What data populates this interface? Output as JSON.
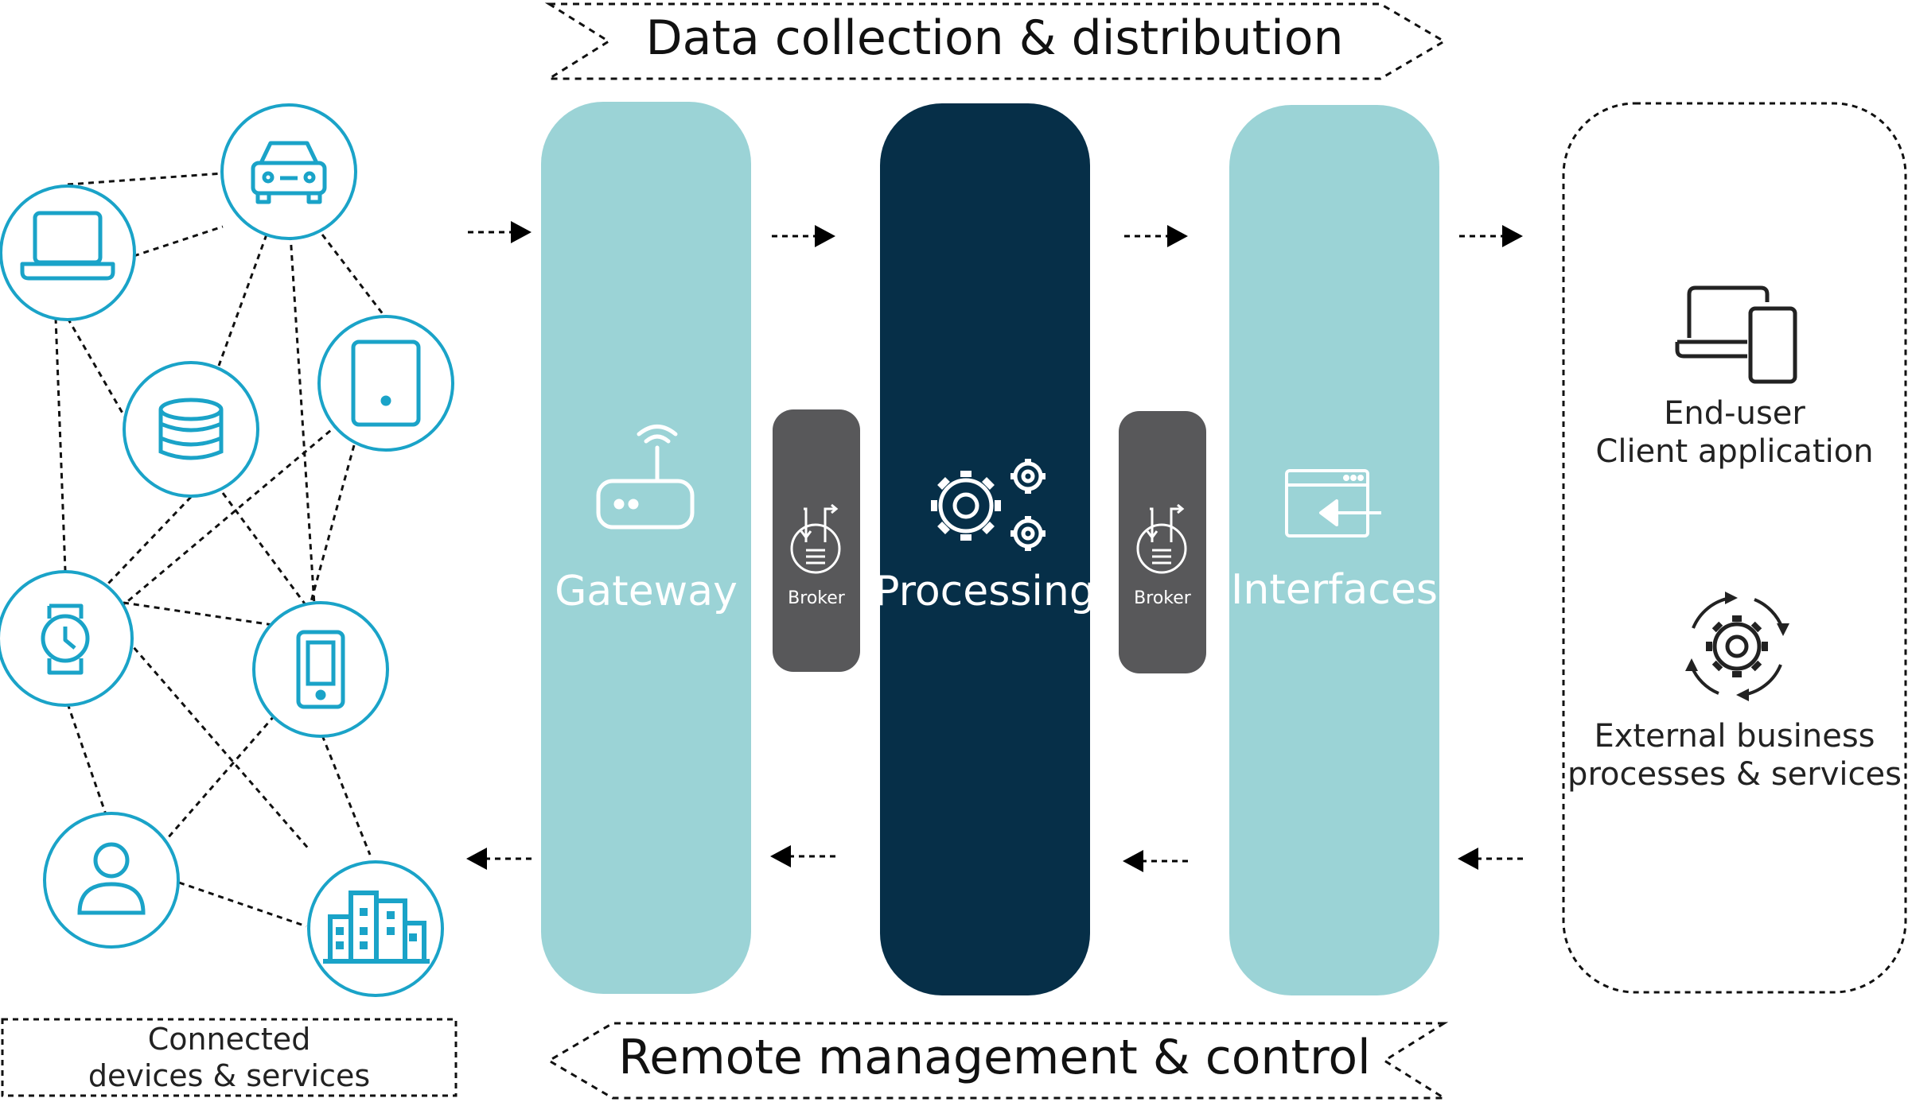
{
  "banners": {
    "top": "Data collection & distribution",
    "bottom": "Remote management & control"
  },
  "pillars": {
    "gateway": "Gateway",
    "processing": "Processing",
    "interfaces": "Interfaces"
  },
  "brokers": {
    "left": "Broker",
    "right": "Broker"
  },
  "devices": {
    "caption_line1": "Connected",
    "caption_line2": "devices & services",
    "icons": [
      "car-icon",
      "laptop-icon",
      "database-icon",
      "tablet-icon",
      "smartwatch-icon",
      "smartphone-icon",
      "user-icon",
      "buildings-icon"
    ]
  },
  "consumers": {
    "client_line1": "End-user",
    "client_line2": "Client application",
    "business_line1": "External business",
    "business_line2": "processes & services"
  },
  "colors": {
    "device_accent": "#1aa3c8",
    "pillar_light": "#9bd3d6",
    "pillar_dark": "#062f48",
    "broker": "#58585a",
    "arrow": "#000000"
  }
}
